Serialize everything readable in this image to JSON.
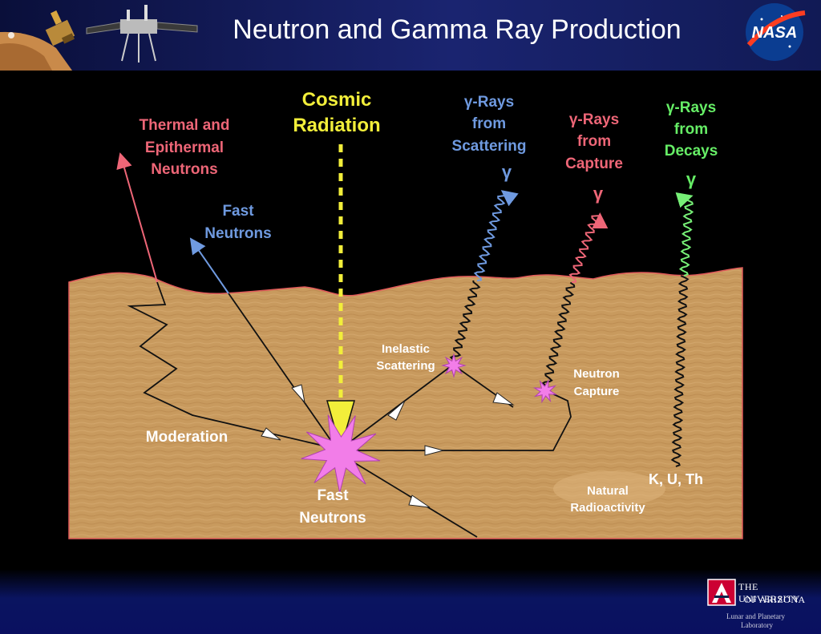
{
  "title": "Neutron and Gamma Ray Production",
  "labels": {
    "cosmic_1": "Cosmic",
    "cosmic_2": "Radiation",
    "thermal_1": "Thermal and",
    "thermal_2": "Epithermal",
    "thermal_3": "Neutrons",
    "fast_top_1": "Fast",
    "fast_top_2": "Neutrons",
    "scat_1": "γ-Rays",
    "scat_2": "from",
    "scat_3": "Scattering",
    "scat_gamma": "γ",
    "cap_1": "γ-Rays",
    "cap_2": "from",
    "cap_3": "Capture",
    "cap_gamma": "γ",
    "dec_1": "γ-Rays",
    "dec_2": "from",
    "dec_3": "Decays",
    "dec_gamma": "γ",
    "inelastic_1": "Inelastic",
    "inelastic_2": "Scattering",
    "ncap_1": "Neutron",
    "ncap_2": "Capture",
    "moderation": "Moderation",
    "fast_bot_1": "Fast",
    "fast_bot_2": "Neutrons",
    "kuth": "K, U, Th",
    "natural_1": "Natural",
    "natural_2": "Radioactivity"
  },
  "logos": {
    "nasa": "NASA",
    "ua_line1": "THE UNIVERSITY",
    "ua_line2": "OF ARIZONA",
    "lpl_line1": "Lunar and Planetary",
    "lpl_line2": "Laboratory"
  },
  "colors": {
    "ground": "#c69a5c",
    "thermal": "#ee6677",
    "fast": "#6f9ae0",
    "cosmic": "#f2ee3a",
    "decay": "#66ee66",
    "star": "#f27de8"
  }
}
